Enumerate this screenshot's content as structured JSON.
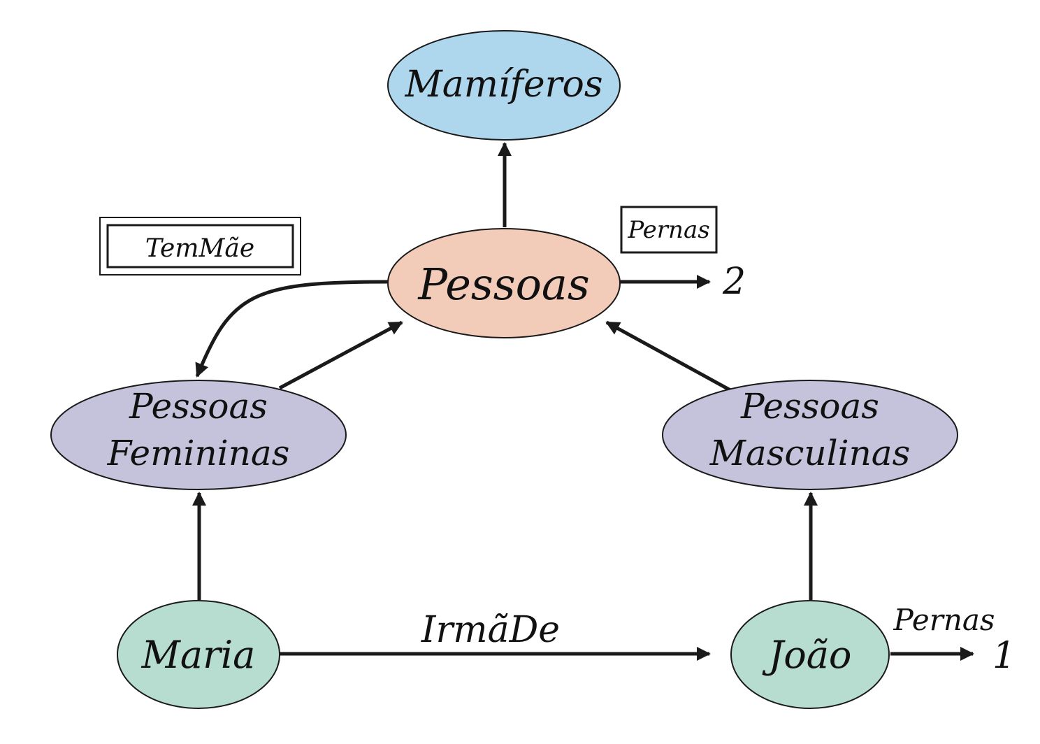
{
  "nodes": {
    "mamiferos": {
      "label": "Mamíferos",
      "color": "#aed6ec"
    },
    "pessoas": {
      "label": "Pessoas",
      "color": "#f3cbb9"
    },
    "femininas": {
      "line1": "Pessoas",
      "line2": "Femininas",
      "color": "#c5c2dc"
    },
    "masculinas": {
      "line1": "Pessoas",
      "line2": "Masculinas",
      "color": "#c5c2dc"
    },
    "maria": {
      "label": "Maria",
      "color": "#b7dcd0"
    },
    "joao": {
      "label": "João",
      "color": "#b7dcd0"
    }
  },
  "boxes": {
    "tem_mae": "TemMãe",
    "pernas_top": "Pernas"
  },
  "edge_labels": {
    "irma_de": "IrmãDe",
    "pernas_joao": "Pernas"
  },
  "values": {
    "pessoas_pernas": "2",
    "joao_pernas": "1"
  }
}
